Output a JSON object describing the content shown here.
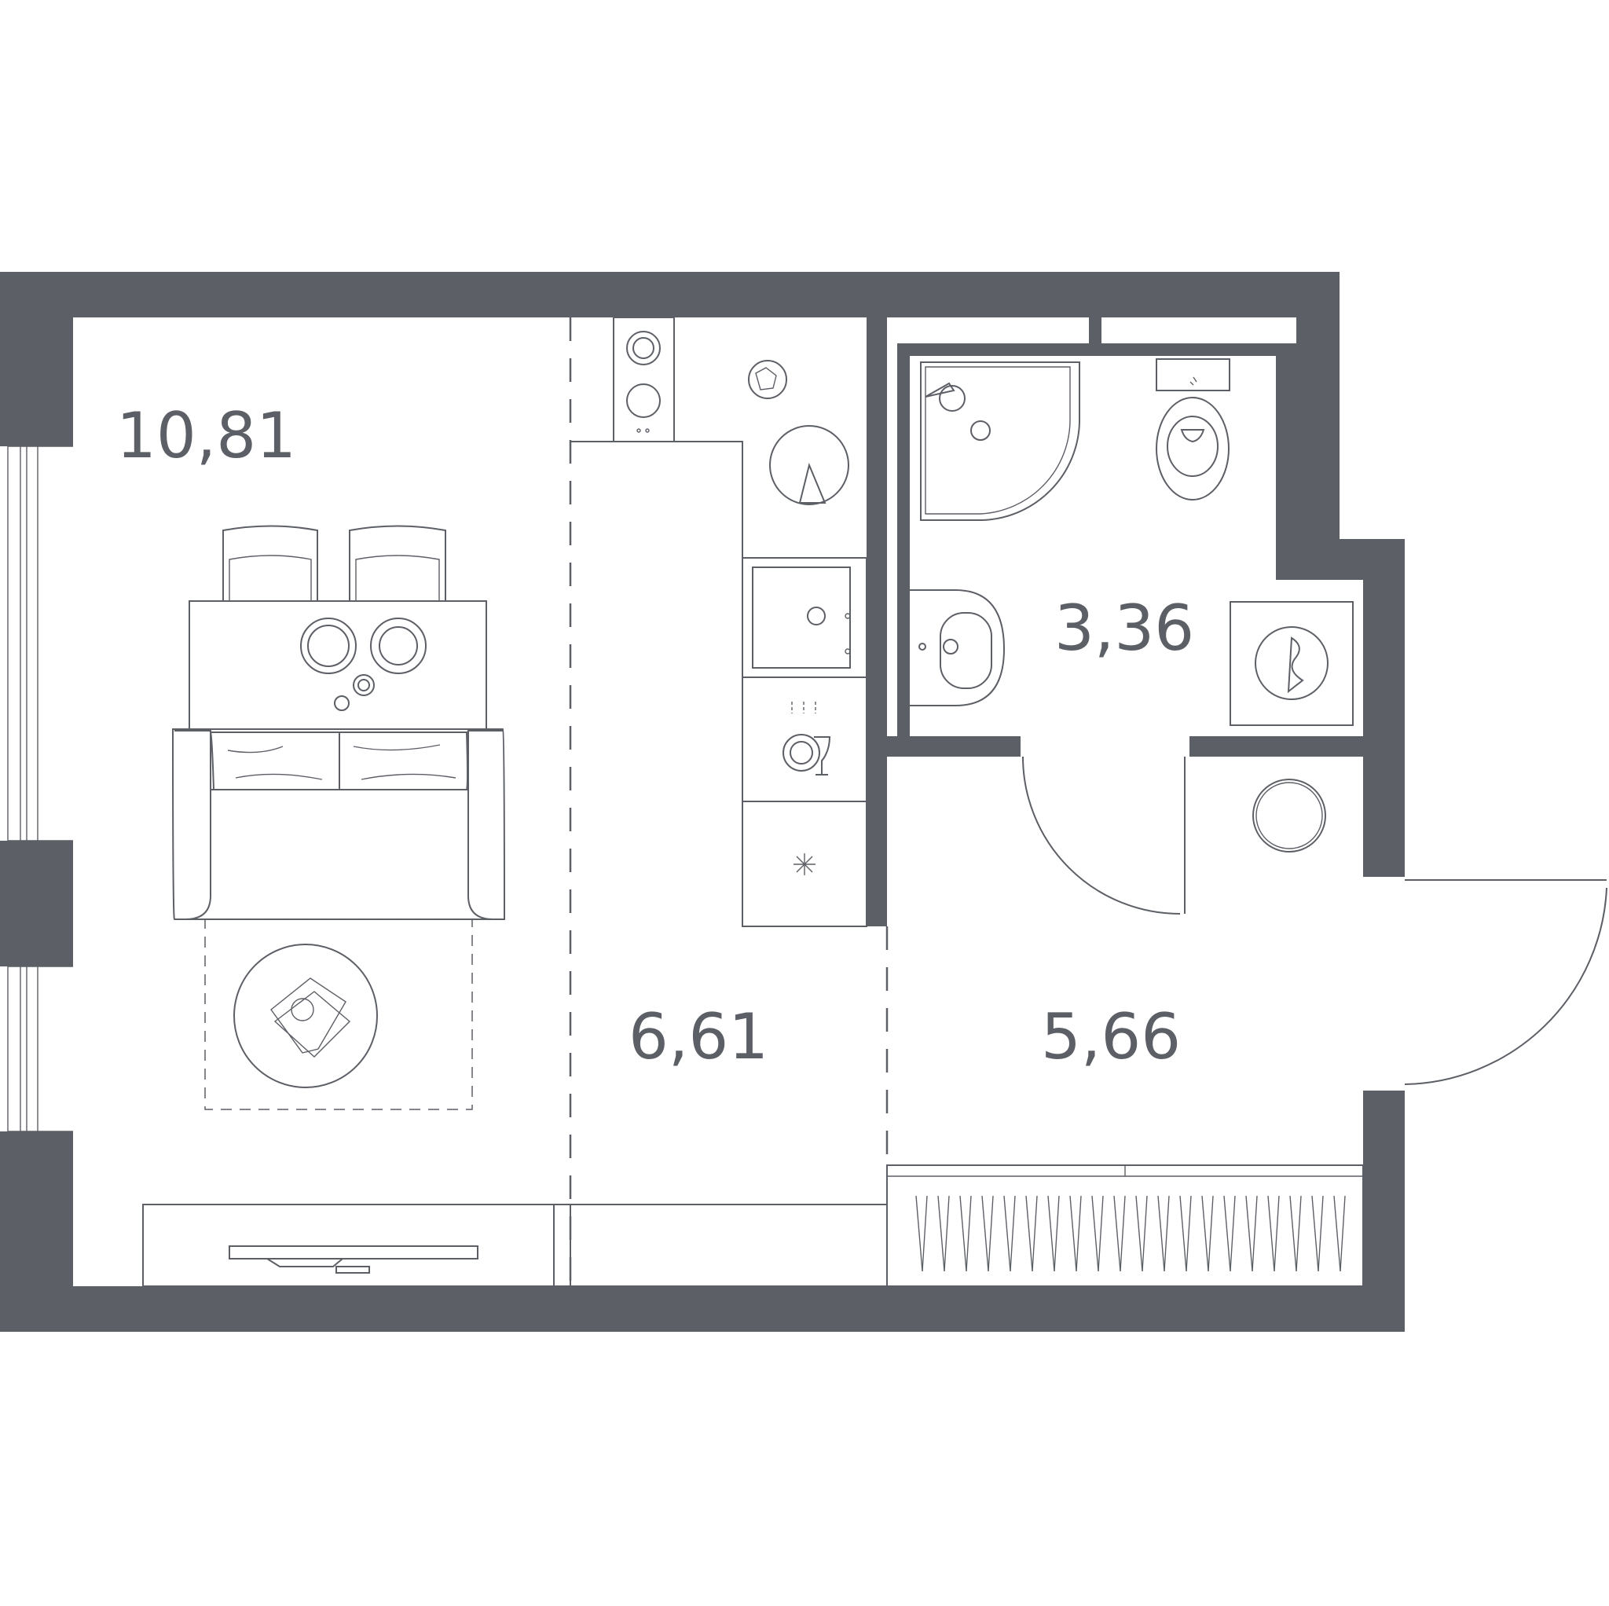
{
  "plan": {
    "wall_color": "#5c5f66",
    "background": "#ffffff",
    "rooms": [
      {
        "id": "living",
        "area": "10,81"
      },
      {
        "id": "kitchen",
        "area": "6,61"
      },
      {
        "id": "bathroom",
        "area": "3,36"
      },
      {
        "id": "hallway",
        "area": "5,66"
      }
    ],
    "icons": [
      "dining-table-icon",
      "chair-icon",
      "sofa-icon",
      "coffee-table-icon",
      "tv-stand-icon",
      "hob-icon",
      "sink-icon",
      "dishwasher-icon",
      "fridge-icon",
      "shower-icon",
      "toilet-icon",
      "washbasin-icon",
      "washing-machine-icon",
      "wardrobe-icon",
      "door-swing-icon"
    ]
  }
}
